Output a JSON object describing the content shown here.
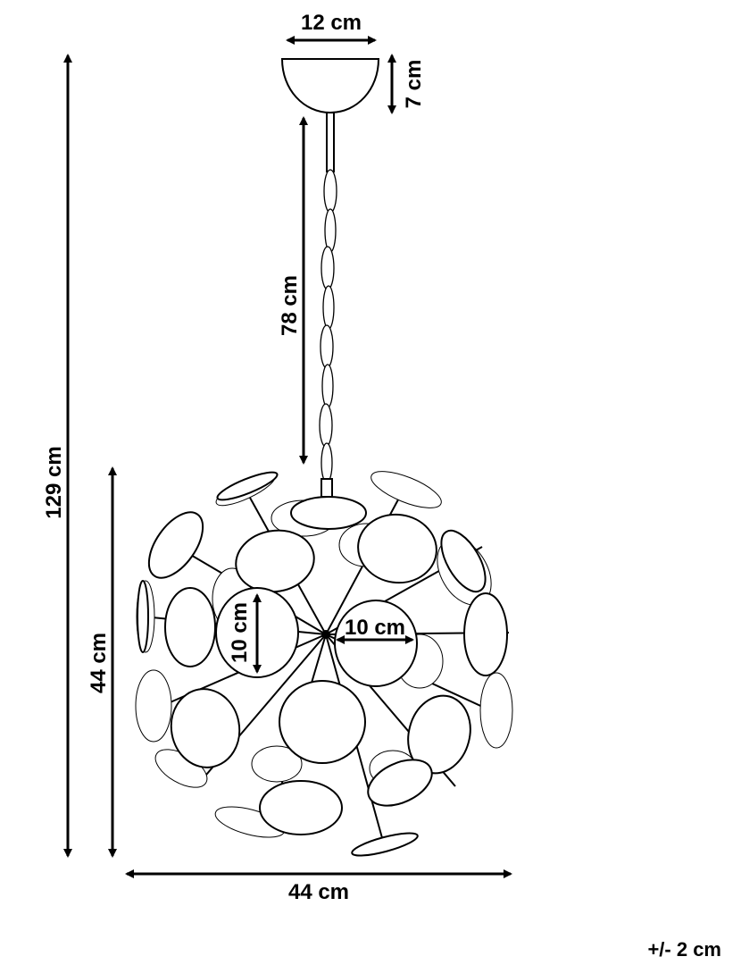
{
  "dimensions": {
    "canopy_width": "12 cm",
    "canopy_height": "7 cm",
    "chain_length": "78 cm",
    "total_height": "129 cm",
    "globe_height": "44 cm",
    "globe_width": "44 cm",
    "disc_height": "10 cm",
    "disc_width": "10 cm"
  },
  "tolerance": "+/- 2 cm"
}
